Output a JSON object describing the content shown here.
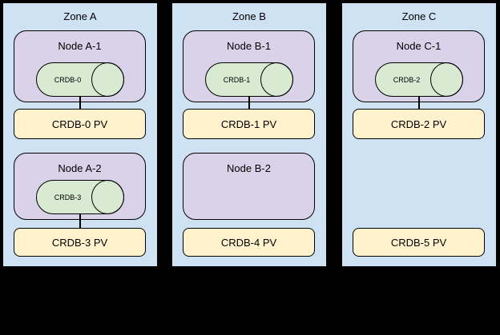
{
  "colors": {
    "background": "#000000",
    "zone_fill": "#cfe2f3",
    "node_fill": "#d9d2e9",
    "cylinder_fill": "#d9ead3",
    "pv_fill": "#fff2cc",
    "border": "#000000",
    "text": "#000000"
  },
  "zones": [
    {
      "title": "Zone A",
      "nodes": [
        {
          "title": "Node A-1",
          "cylinder_label": "CRDB-0",
          "pv_label": "CRDB-0 PV"
        },
        {
          "title": "Node A-2",
          "cylinder_label": "CRDB-3",
          "pv_label": "CRDB-3 PV"
        }
      ]
    },
    {
      "title": "Zone B",
      "nodes": [
        {
          "title": "Node B-1",
          "cylinder_label": "CRDB-1",
          "pv_label": "CRDB-1 PV"
        },
        {
          "title": "Node B-2",
          "pv_label": "CRDB-4 PV"
        }
      ]
    },
    {
      "title": "Zone C",
      "nodes": [
        {
          "title": "Node C-1",
          "cylinder_label": "CRDB-2",
          "pv_label": "CRDB-2 PV"
        },
        {
          "pv_label": "CRDB-5 PV"
        }
      ]
    }
  ]
}
